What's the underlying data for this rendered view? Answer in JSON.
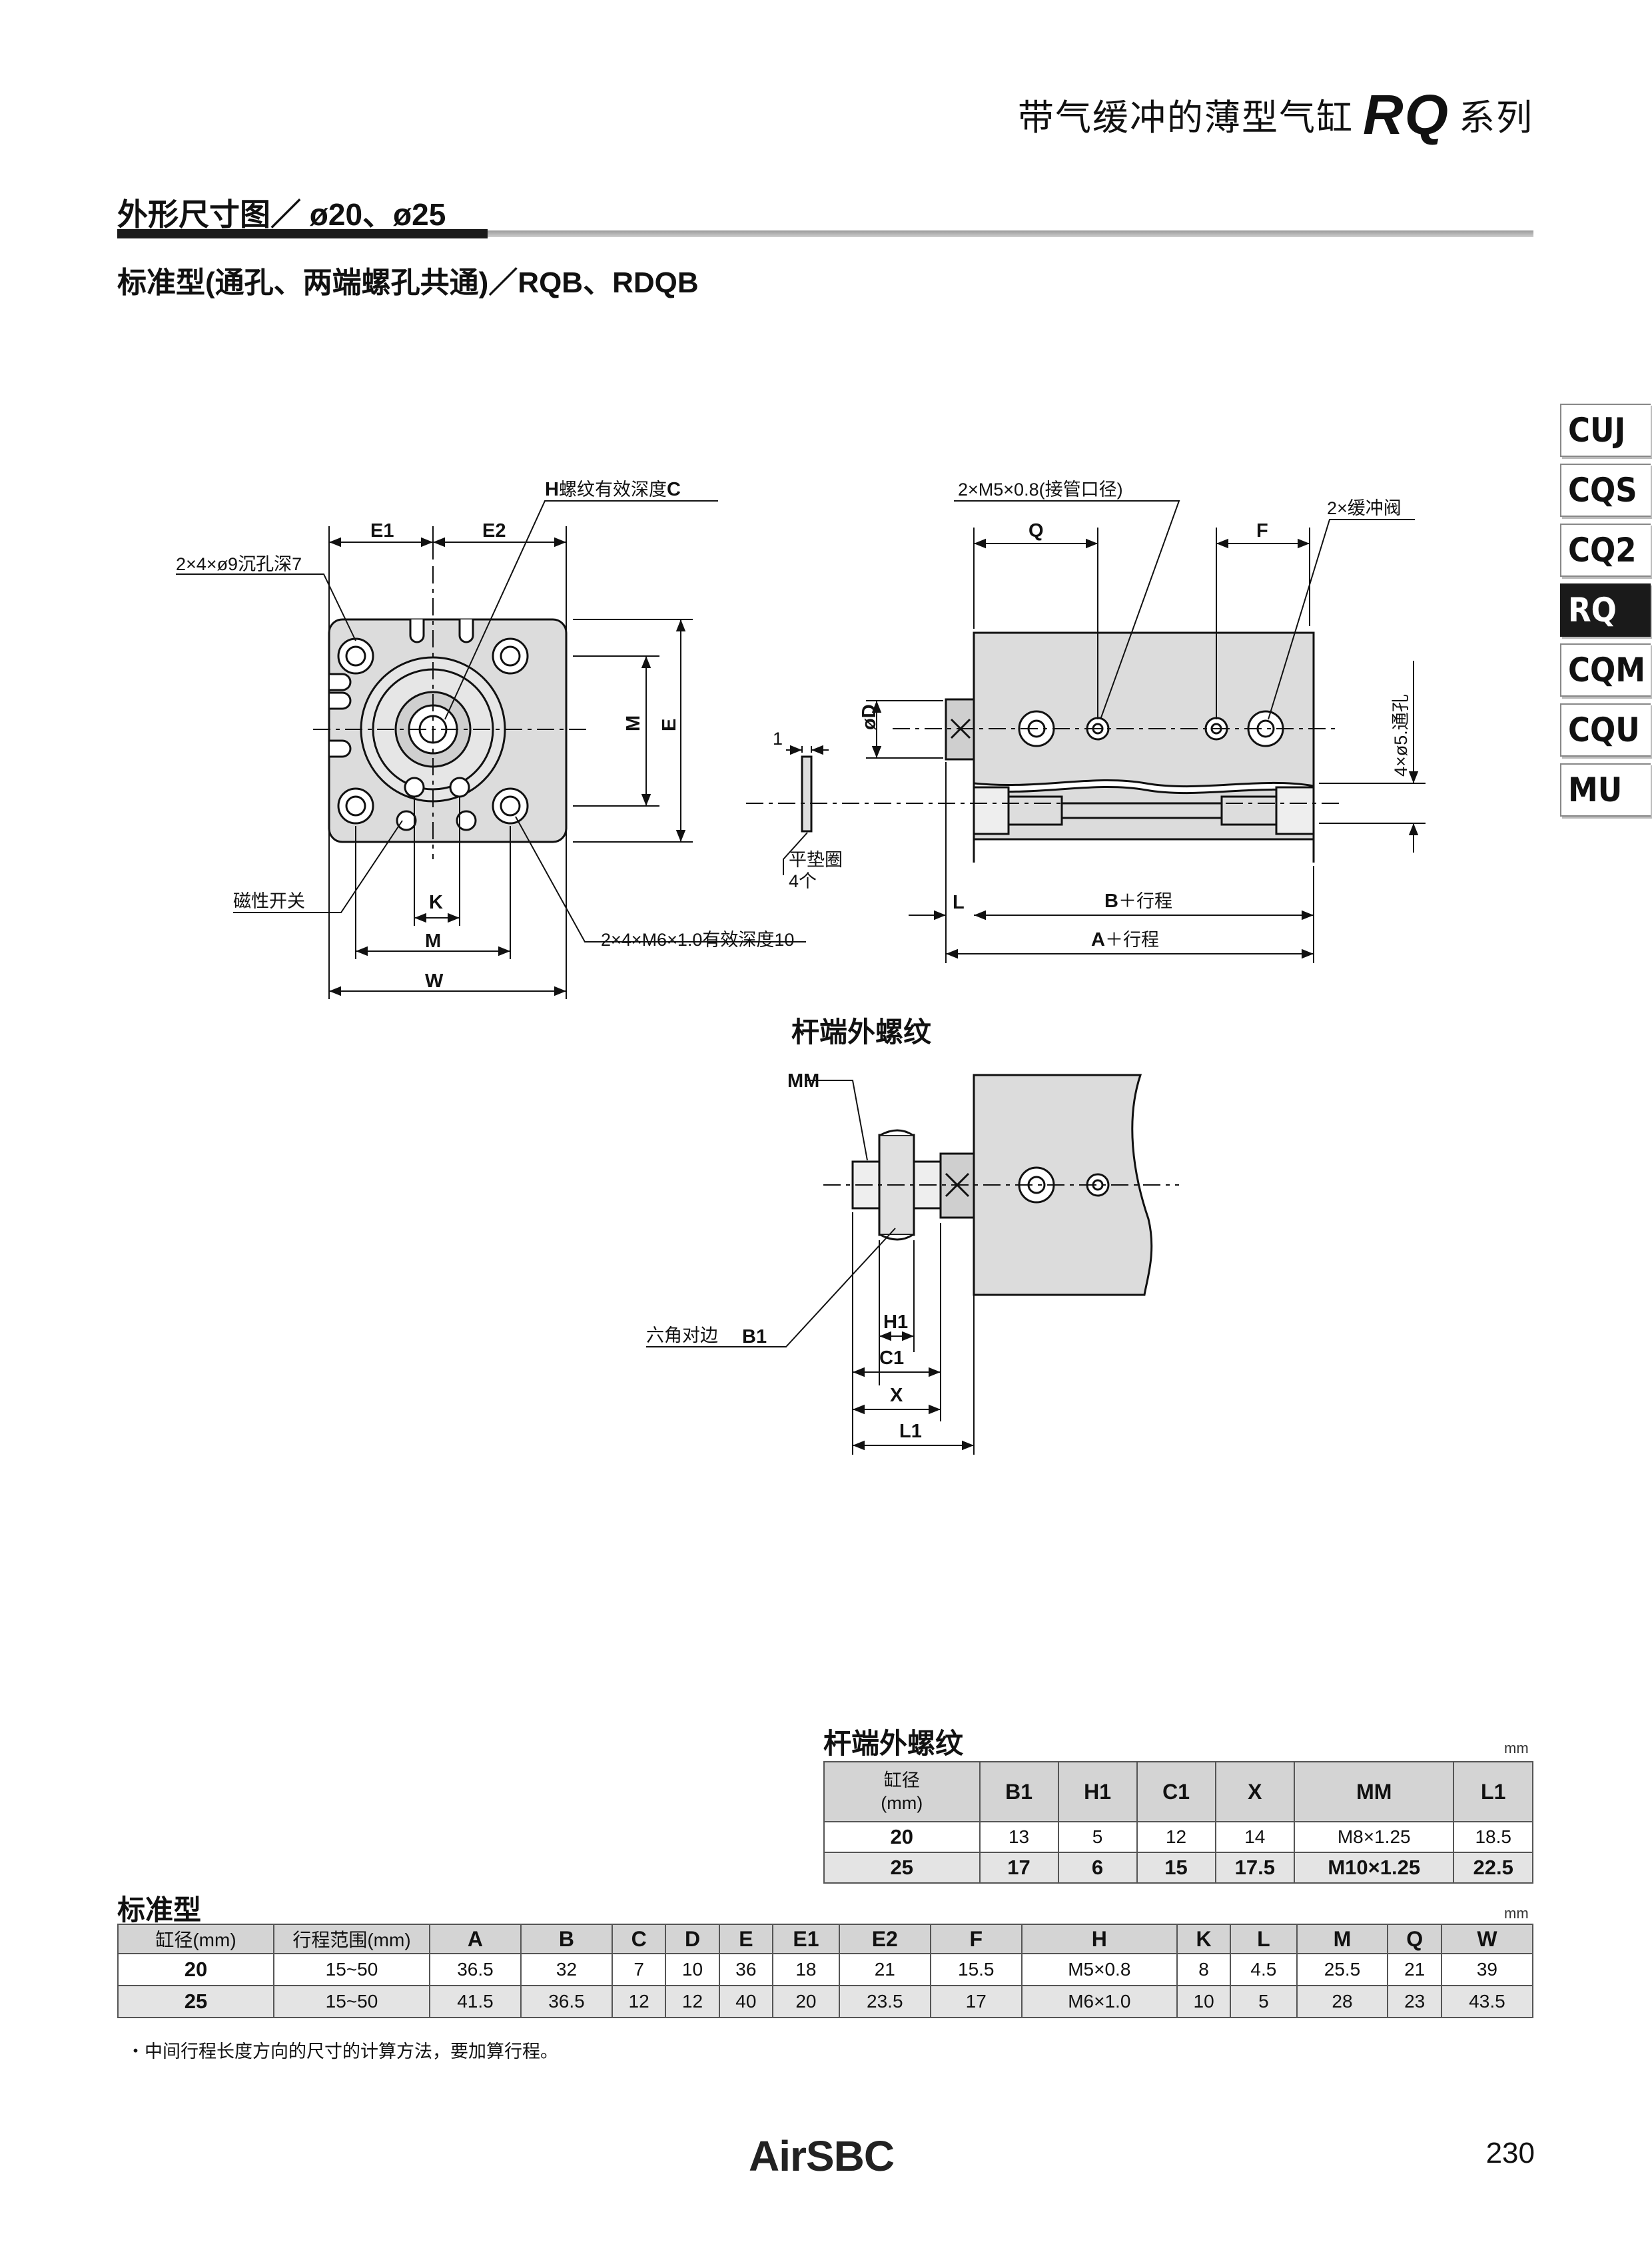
{
  "header": {
    "series_prefix": "带气缓冲的薄型气缸",
    "series_code": "RQ",
    "series_suffix": "系列"
  },
  "section_title": "外形尺寸图／ ø20、ø25",
  "subtitle": "标准型(通孔、两端螺孔共通)／RQB、RDQB",
  "tabs": [
    "CUJ",
    "CQS",
    "CQ2",
    "RQ",
    "CQM",
    "CQU",
    "MU"
  ],
  "active_tab": "RQ",
  "drawing_labels": {
    "h_thread_depth_h": "H",
    "h_thread_depth_text": "螺纹有效深度",
    "h_thread_depth_c": "C",
    "e1": "E1",
    "e2": "E2",
    "counterbore": "2×4×ø9沉孔深7",
    "m": "M",
    "e": "E",
    "magnetic_switch": "磁性开关",
    "k": "K",
    "w": "W",
    "thread_holes": "2×4×M6×1.0有效深度10",
    "port": "2×M5×0.8(接管口径)",
    "cushion_valve": "2×缓冲阀",
    "q": "Q",
    "f": "F",
    "through_holes": "4×ø5.通孔",
    "od": "øD",
    "one": "1",
    "washer": "平垫圈",
    "washer_qty": "4个",
    "l": "L",
    "b_stroke_b": "B",
    "b_stroke_text": "＋行程",
    "a_stroke_a": "A",
    "a_stroke_text": "＋行程",
    "rod_end_title": "杆端外螺纹",
    "mm": "MM",
    "hex_flats": "六角对边",
    "b1": "B1",
    "h1": "H1",
    "c1": "C1",
    "x": "X",
    "l1": "L1"
  },
  "rod_table": {
    "caption": "杆端外螺纹",
    "unit": "mm",
    "bore_header": "缸径",
    "bore_unit": "(mm)",
    "headers": [
      "B1",
      "H1",
      "C1",
      "X",
      "MM",
      "L1"
    ],
    "rows": [
      {
        "bore": "20",
        "B1": "13",
        "H1": "5",
        "C1": "12",
        "X": "14",
        "MM": "M8×1.25",
        "L1": "18.5"
      },
      {
        "bore": "25",
        "B1": "17",
        "H1": "6",
        "C1": "15",
        "X": "17.5",
        "MM": "M10×1.25",
        "L1": "22.5"
      }
    ]
  },
  "std_table": {
    "caption": "标准型",
    "unit": "mm",
    "headers": [
      "缸径(mm)",
      "行程范围(mm)",
      "A",
      "B",
      "C",
      "D",
      "E",
      "E1",
      "E2",
      "F",
      "H",
      "K",
      "L",
      "M",
      "Q",
      "W"
    ],
    "rows": [
      [
        "20",
        "15~50",
        "36.5",
        "32",
        "7",
        "10",
        "36",
        "18",
        "21",
        "15.5",
        "M5×0.8",
        "8",
        "4.5",
        "25.5",
        "21",
        "39"
      ],
      [
        "25",
        "15~50",
        "41.5",
        "36.5",
        "12",
        "12",
        "40",
        "20",
        "23.5",
        "17",
        "M6×1.0",
        "10",
        "5",
        "28",
        "23",
        "43.5"
      ]
    ]
  },
  "note": "・中间行程长度方向的尺寸的计算方法，要加算行程。",
  "footer": {
    "logo": "AirSBC",
    "page_number": "230"
  },
  "colors": {
    "tab_active_bg": "#1a1a1a",
    "table_header_bg": "#d4d4d4",
    "body_fill": "#dcdcdc"
  }
}
